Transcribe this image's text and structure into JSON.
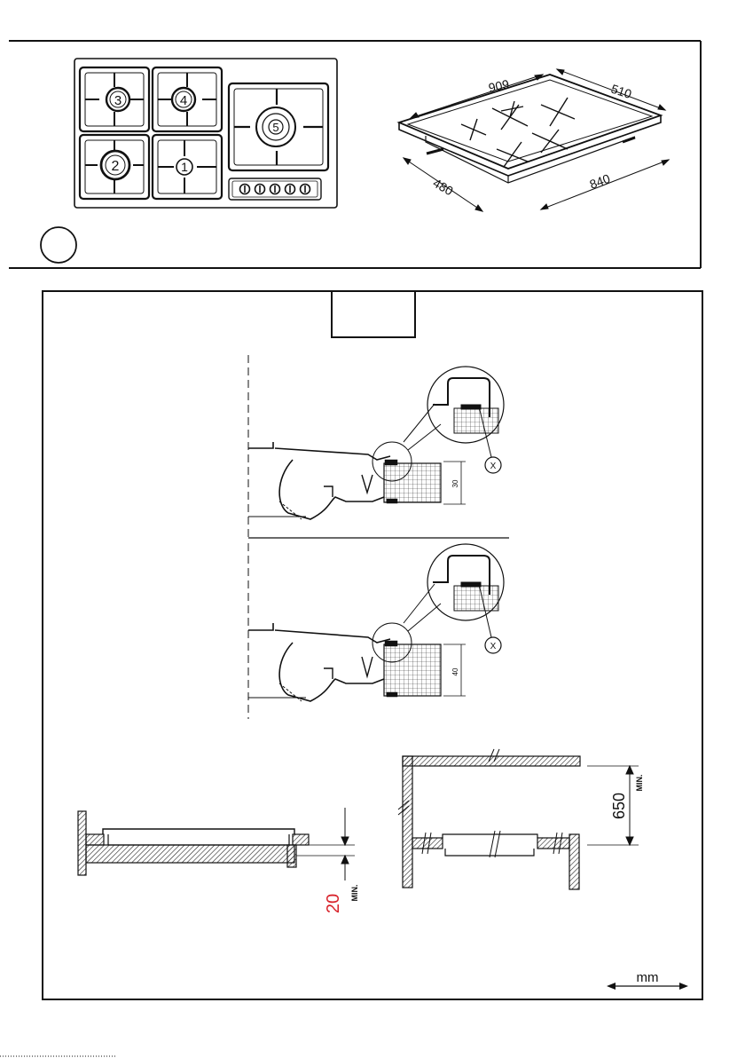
{
  "hob": {
    "burners": [
      {
        "label": "3"
      },
      {
        "label": "4"
      },
      {
        "label": "5"
      },
      {
        "label": "2"
      },
      {
        "label": "1"
      }
    ]
  },
  "dimensions": {
    "width_top": "909",
    "depth_top": "510",
    "cutout_depth": "480",
    "cutout_width": "840"
  },
  "sections": {
    "detail_marker_top": "X",
    "detail_marker_bottom": "X",
    "thickness_top": "30",
    "thickness_bottom": "40"
  },
  "clearance": {
    "under_value": "20",
    "under_suffix": "MIN.",
    "above_value": "650",
    "above_suffix": "MIN."
  },
  "units": {
    "label": "mm"
  },
  "colors": {
    "line": "#111111",
    "accent": "#d8222a"
  }
}
